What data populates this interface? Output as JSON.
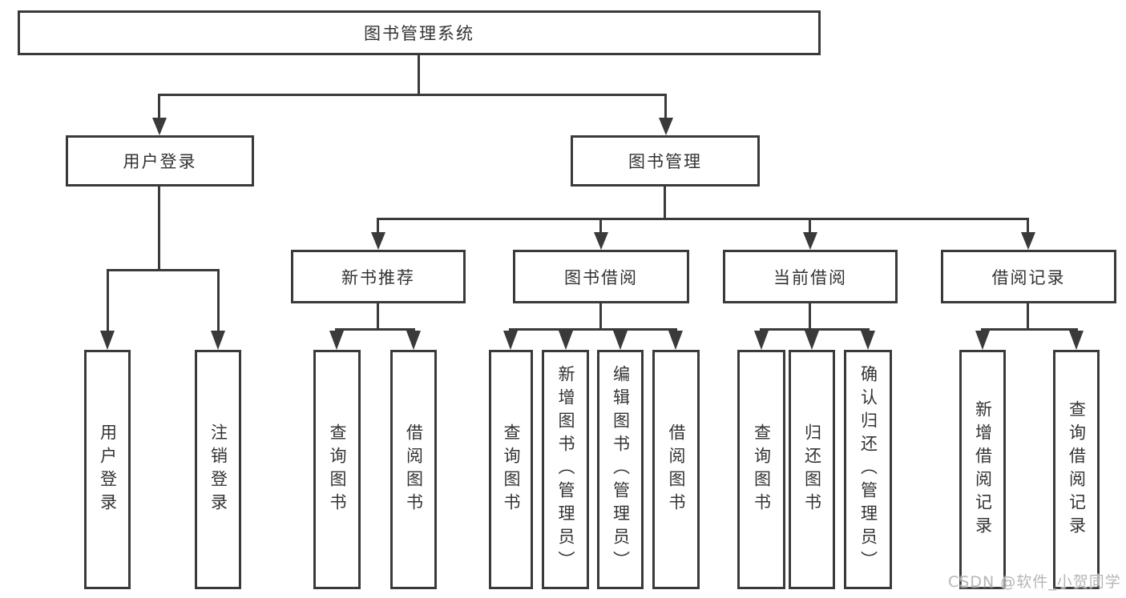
{
  "diagram": {
    "type": "hierarchy-tree",
    "colors": {
      "background": "#ffffff",
      "line": "#3a3a3a",
      "text": "#333333",
      "watermark": "#b6b6b6"
    },
    "tree": {
      "root": "图书管理系统",
      "children": [
        {
          "label": "用户登录",
          "children": [
            {
              "label": "用户登录"
            },
            {
              "label": "注销登录"
            }
          ]
        },
        {
          "label": "图书管理",
          "children": [
            {
              "label": "新书推荐",
              "children": [
                {
                  "label": "查询图书"
                },
                {
                  "label": "借阅图书"
                }
              ]
            },
            {
              "label": "图书借阅",
              "children": [
                {
                  "label": "查询图书"
                },
                {
                  "label": "新增图书（管理员）"
                },
                {
                  "label": "编辑图书（管理员）"
                },
                {
                  "label": "借阅图书"
                }
              ]
            },
            {
              "label": "当前借阅",
              "children": [
                {
                  "label": "查询图书"
                },
                {
                  "label": "归还图书"
                },
                {
                  "label": "确认归还（管理员）"
                }
              ]
            },
            {
              "label": "借阅记录",
              "children": [
                {
                  "label": "新增借阅记录"
                },
                {
                  "label": "查询借阅记录"
                }
              ]
            }
          ]
        }
      ]
    },
    "watermark": "CSDN @软件_小贺同学"
  }
}
